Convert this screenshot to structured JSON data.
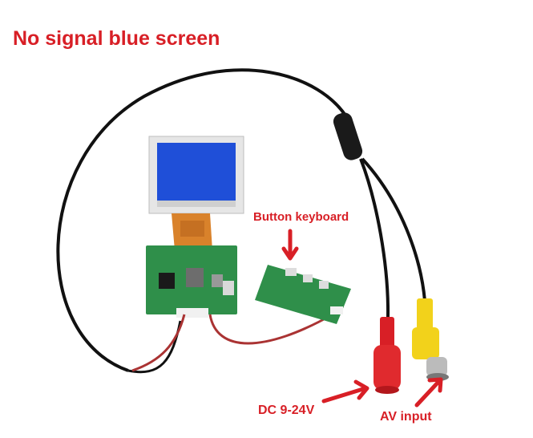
{
  "labels": {
    "title": "No signal blue screen",
    "button_keyboard": "Button keyboard",
    "dc": "DC 9-24V",
    "av": "AV input"
  },
  "colors": {
    "annotation": "#d81f26",
    "screen": "#1f4fd8",
    "pcb": "#2f8f4a",
    "ribbon": "#d9822b",
    "cable": "#111111",
    "dc_plug": "#d81f26",
    "av_plug": "#f2d21b"
  }
}
